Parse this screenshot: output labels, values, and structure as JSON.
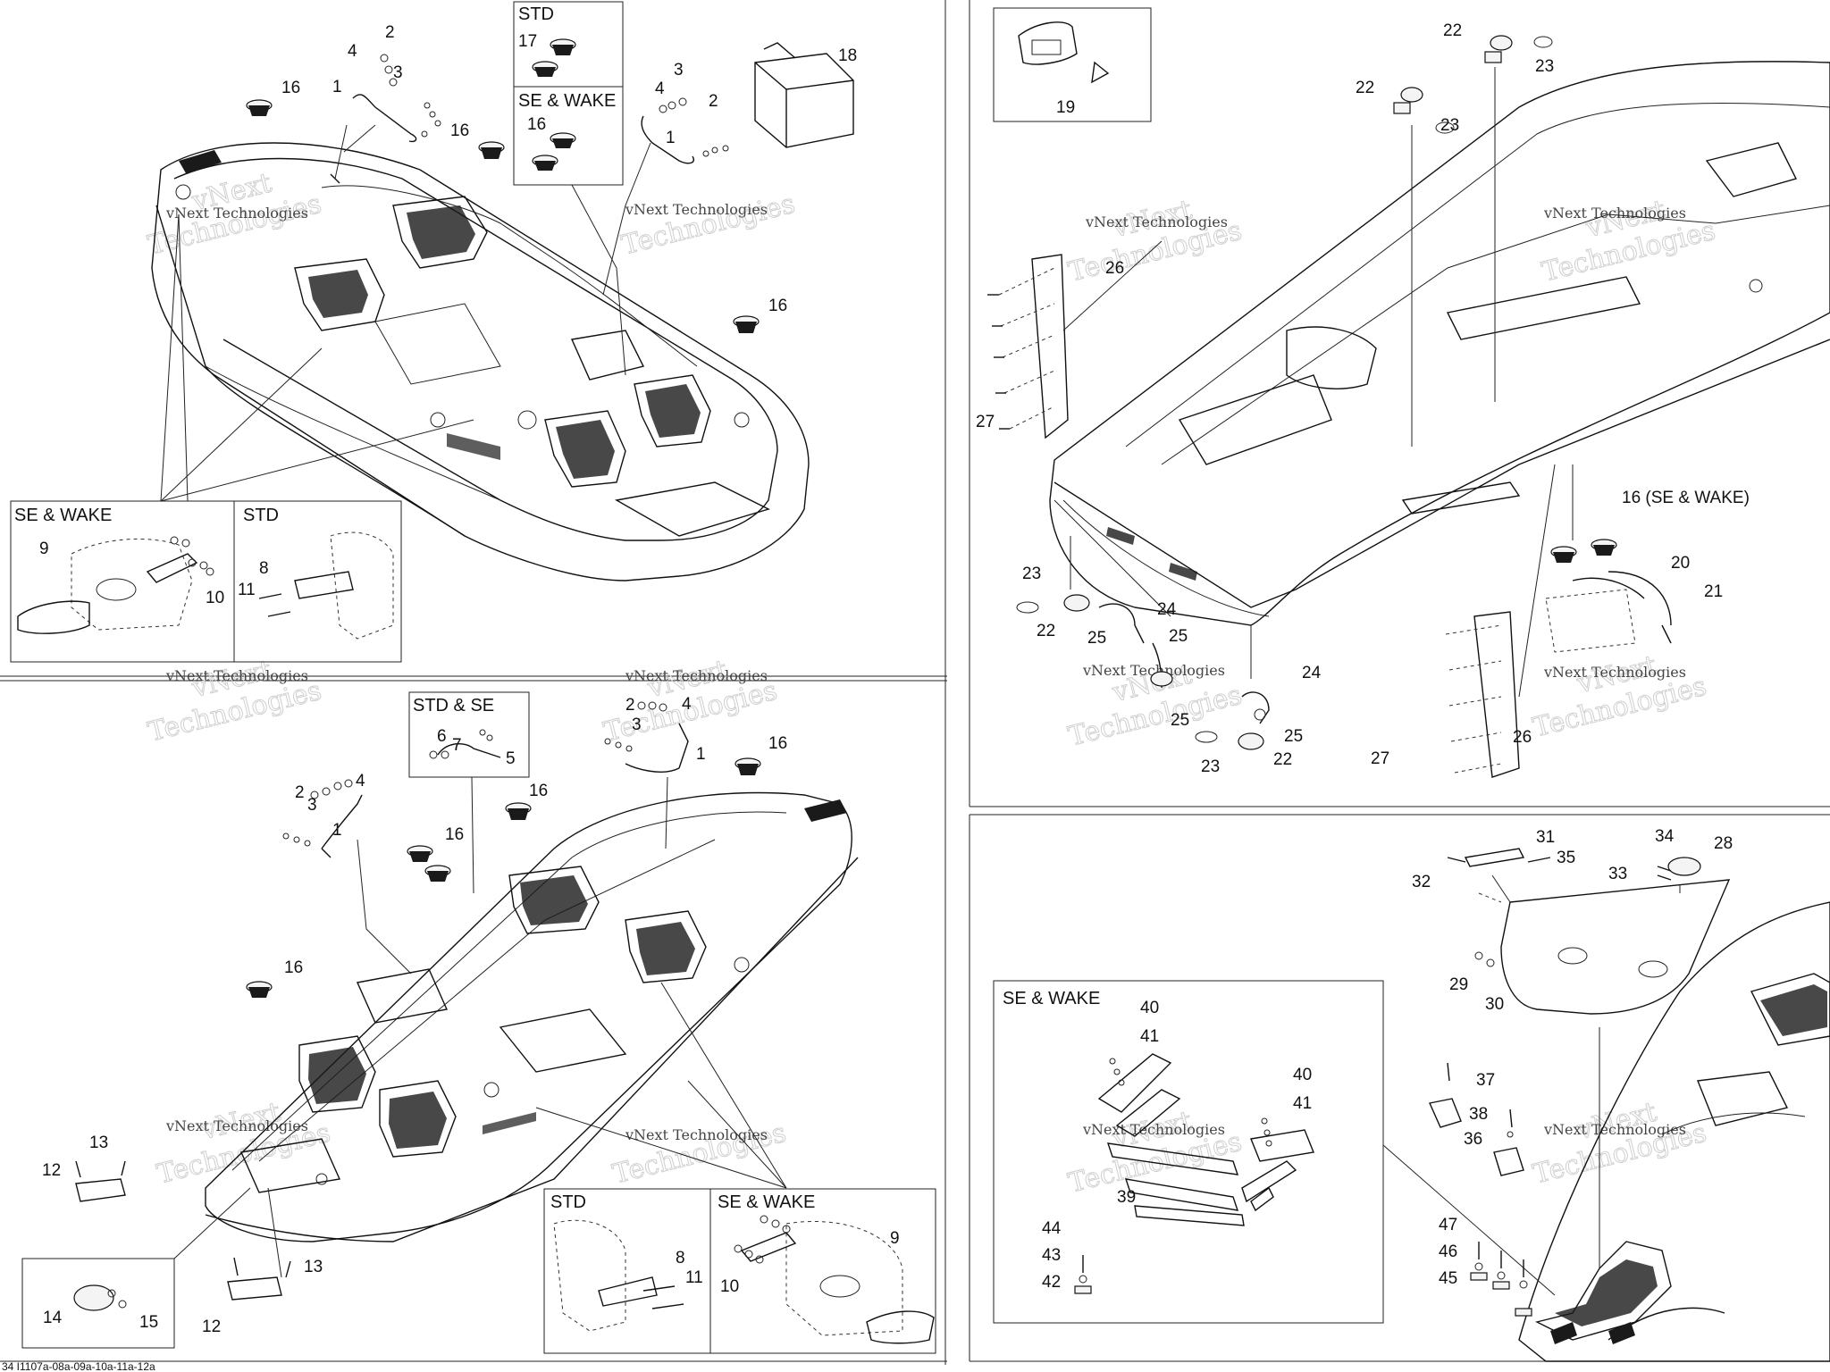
{
  "watermark": {
    "line1": "vNext",
    "line2": "Technologies",
    "full": "vNext Technologies"
  },
  "footer_code": "34 I1107a-08a-09a-10a-11a-12a",
  "inset_labels": {
    "std": "STD",
    "se_wake": "SE & WAKE",
    "std_se": "STD & SE",
    "sixteen_se_wake": "16 (SE & WAKE)"
  },
  "panel1": {
    "labels": [
      "1",
      "2",
      "3",
      "4",
      "16",
      "17",
      "16",
      "1",
      "2",
      "3",
      "4",
      "18",
      "16",
      "16",
      "9",
      "10",
      "8",
      "11"
    ]
  },
  "panel2": {
    "labels": [
      "19",
      "22",
      "23",
      "22",
      "23",
      "26",
      "27",
      "23",
      "22",
      "25",
      "24",
      "25",
      "24",
      "25",
      "25",
      "23",
      "22",
      "16",
      "20",
      "21",
      "26",
      "27"
    ]
  },
  "panel3": {
    "labels": [
      "6",
      "7",
      "5",
      "2",
      "3",
      "4",
      "1",
      "2",
      "3",
      "4",
      "1",
      "16",
      "16",
      "16",
      "16",
      "13",
      "12",
      "14",
      "15",
      "13",
      "12",
      "8",
      "11",
      "10",
      "9"
    ]
  },
  "panel4": {
    "labels": [
      "31",
      "35",
      "32",
      "33",
      "34",
      "28",
      "29",
      "30",
      "40",
      "41",
      "40",
      "41",
      "39",
      "37",
      "38",
      "36",
      "44",
      "43",
      "42",
      "47",
      "46",
      "45"
    ]
  }
}
